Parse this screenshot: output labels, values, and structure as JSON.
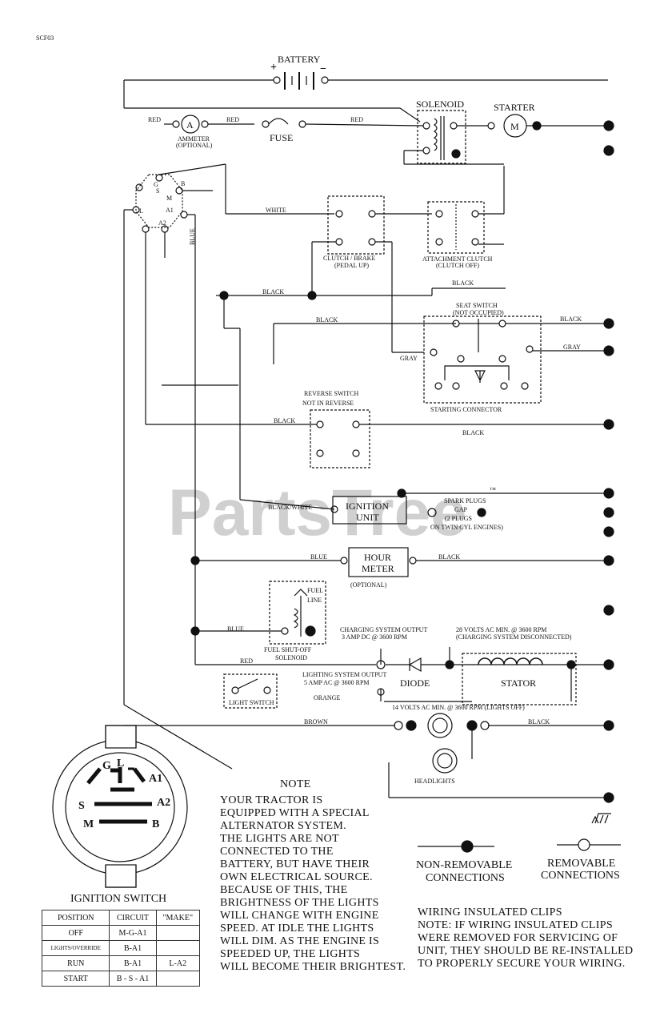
{
  "page_code": "SCF03",
  "watermark": "PartsTree",
  "watermark_tm": "™",
  "battery": {
    "label": "BATTERY",
    "plus": "+",
    "minus": "−"
  },
  "solenoid": {
    "label": "SOLENOID"
  },
  "starter": {
    "label": "STARTER",
    "symbol": "M"
  },
  "ammeter": {
    "symbol": "A",
    "label": "AMMETER",
    "sub": "(OPTIONAL)"
  },
  "fuse": {
    "label": "FUSE"
  },
  "wires": {
    "red_1": "RED",
    "red_2": "RED",
    "red_3": "RED",
    "red_4": "RED",
    "white": "WHITE",
    "blue_1": "BLUE",
    "blue_2": "BLUE",
    "blue_3": "BLUE",
    "black_1": "BLACK",
    "black_2": "BLACK",
    "black_3": "BLACK",
    "black_4": "BLACK",
    "black_5": "BLACK",
    "black_6": "BLACK",
    "black_7": "BLACK",
    "black_8": "BLACK",
    "gray_1": "GRAY",
    "gray_2": "GRAY",
    "black_white": "BLACK/WHITE",
    "orange": "ORANGE",
    "brown": "BROWN"
  },
  "ignition_terminals": {
    "s": "S",
    "m": "M",
    "b": "B",
    "a1": "A1",
    "a2": "A2",
    "l": "L",
    "g": "G"
  },
  "clutch_brake": {
    "label": "CLUTCH / BRAKE",
    "sub": "(PEDAL UP)"
  },
  "attachment_clutch": {
    "label": "ATTACHMENT CLUTCH",
    "sub": "(CLUTCH OFF)"
  },
  "seat_switch": {
    "label": "SEAT SWITCH",
    "sub": "(NOT OCCUPIED)"
  },
  "starting_connector": {
    "label": "STARTING CONNECTOR"
  },
  "reverse_switch": {
    "label": "REVERSE SWITCH",
    "sub": "NOT IN REVERSE"
  },
  "ignition_unit": {
    "label": "IGNITION",
    "label2": "UNIT"
  },
  "spark_plugs": {
    "line1": "SPARK PLUGS",
    "line2": "GAP",
    "line3": "(2 PLUGS",
    "line4": "ON TWIN CYL ENGINES)"
  },
  "hour_meter": {
    "line1": "HOUR",
    "line2": "METER",
    "sub": "(OPTIONAL)"
  },
  "fuel_solenoid": {
    "line1": "FUEL",
    "line2": "LINE",
    "label": "FUEL SHUT-OFF",
    "label2": "SOLENOID"
  },
  "charging_output": {
    "line1": "CHARGING SYSTEM OUTPUT",
    "line2": "3 AMP DC @ 3600 RPM"
  },
  "lighting_output": {
    "line1": "LIGHTING SYSTEM OUTPUT",
    "line2": "5 AMP AC @ 3600 RPM"
  },
  "ac_28": {
    "line1": "28 VOLTS AC MIN. @ 3600 RPM",
    "line2": "(CHARGING SYSTEM DISCONNECTED)"
  },
  "ac_14": {
    "line1": "14 VOLTS AC MIN. @ 3600 RPM (LIGHTS OFF)"
  },
  "diode": {
    "label": "DIODE"
  },
  "stator": {
    "label": "STATOR"
  },
  "light_switch": {
    "label": "LIGHT SWITCH"
  },
  "headlights": {
    "label": "HEADLIGHTS"
  },
  "ignition_switch": {
    "title": "IGNITION SWITCH",
    "letters": {
      "g": "G",
      "l": "L",
      "a1": "A1",
      "a2": "A2",
      "s": "S",
      "m": "M",
      "b": "B"
    },
    "table": {
      "headers": [
        "POSITION",
        "CIRCUIT",
        "\"MAKE\""
      ],
      "rows": [
        {
          "position": "OFF",
          "c1": "M-G-A1",
          "c2": ""
        },
        {
          "position": "LIGHTS/OVERRIDE",
          "c1": "B-A1",
          "c2": ""
        },
        {
          "position": "RUN",
          "c1": "B-A1",
          "c2": "L-A2"
        },
        {
          "position": "START",
          "c1": "B - S - A1",
          "c2": ""
        }
      ]
    }
  },
  "note": {
    "title": "NOTE",
    "lines": [
      "YOUR TRACTOR IS",
      "EQUIPPED WITH A SPECIAL",
      "ALTERNATOR SYSTEM.",
      "THE LIGHTS ARE NOT",
      "CONNECTED TO THE",
      "BATTERY, BUT HAVE THEIR",
      "OWN ELECTRICAL SOURCE.",
      "BECAUSE OF THIS, THE",
      "BRIGHTNESS OF THE LIGHTS",
      "WILL CHANGE WITH ENGINE",
      "SPEED.  AT IDLE THE LIGHTS",
      "WILL DIM.  AS THE ENGINE IS",
      "SPEEDED UP, THE LIGHTS",
      "WILL BECOME THEIR BRIGHTEST."
    ]
  },
  "legend": {
    "nonremovable_1": "NON-REMOVABLE",
    "nonremovable_2": "CONNECTIONS",
    "removable_1": "REMOVABLE",
    "removable_2": "CONNECTIONS"
  },
  "clips_note": {
    "lines": [
      "WIRING INSULATED CLIPS",
      "NOTE: IF WIRING INSULATED CLIPS",
      "WERE REMOVED FOR SERVICING OF",
      "UNIT, THEY SHOULD BE RE-INSTALLED",
      "TO PROPERLY SECURE YOUR WIRING."
    ]
  }
}
